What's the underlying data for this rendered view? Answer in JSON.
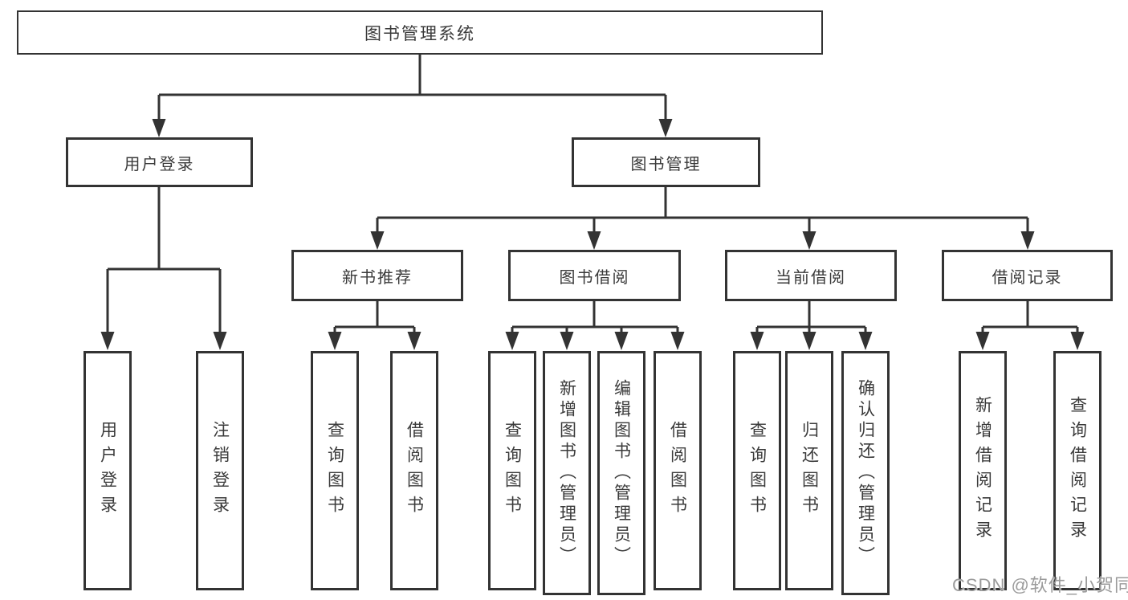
{
  "tree": {
    "root": {
      "label": "图书管理系统",
      "children": [
        {
          "label": "用户登录",
          "children": [
            {
              "label": "用户登录"
            },
            {
              "label": "注销登录"
            }
          ]
        },
        {
          "label": "图书管理",
          "children": [
            {
              "label": "新书推荐",
              "children": [
                {
                  "label": "查询图书"
                },
                {
                  "label": "借阅图书"
                }
              ]
            },
            {
              "label": "图书借阅",
              "children": [
                {
                  "label": "查询图书"
                },
                {
                  "label": "新增图书（管理员）"
                },
                {
                  "label": "编辑图书（管理员）"
                },
                {
                  "label": "借阅图书"
                }
              ]
            },
            {
              "label": "当前借阅",
              "children": [
                {
                  "label": "查询图书"
                },
                {
                  "label": "归还图书"
                },
                {
                  "label": "确认归还（管理员）"
                }
              ]
            },
            {
              "label": "借阅记录",
              "children": [
                {
                  "label": "新增借阅记录"
                },
                {
                  "label": "查询借阅记录"
                }
              ]
            }
          ]
        }
      ]
    }
  },
  "watermark": {
    "text": "CSDN @软件_小贺同学"
  },
  "colors": {
    "line": "#333333",
    "text": "#3a3a3a",
    "background": "#ffffff",
    "watermark": "#9b9b9b"
  }
}
